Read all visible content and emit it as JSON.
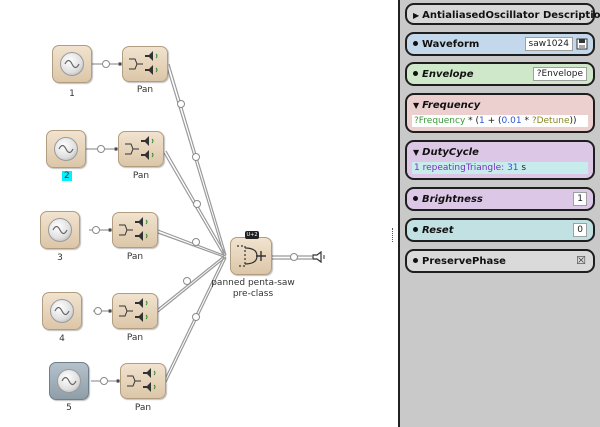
{
  "canvas": {
    "oscillators": [
      {
        "label": "1",
        "highlighted": false,
        "selected": false
      },
      {
        "label": "2",
        "highlighted": true,
        "selected": false
      },
      {
        "label": "3",
        "highlighted": false,
        "selected": false
      },
      {
        "label": "4",
        "highlighted": false,
        "selected": false
      },
      {
        "label": "5",
        "highlighted": false,
        "selected": true
      }
    ],
    "pan_label": "Pan",
    "mixer": {
      "badge": "U+2",
      "label_line1": "panned penta-saw",
      "label_line2": "pre-class"
    }
  },
  "panel": {
    "description": {
      "title": "AntialiasedOscillator Description"
    },
    "waveform": {
      "title": "Waveform",
      "value": "saw1024",
      "icon": "save-icon"
    },
    "envelope": {
      "title": "Envelope",
      "value": "?Envelope"
    },
    "frequency": {
      "title": "Frequency",
      "expr": {
        "p1": "?Frequency",
        "p2": " * (",
        "p3": "1",
        "p4": " + (",
        "p5": "0.01",
        "p6": " * ",
        "p7": "?Detune",
        "p8": "))"
      }
    },
    "dutycycle": {
      "title": "DutyCycle",
      "expr": {
        "p1": "1 repeatingTriangle: ",
        "p2": "31",
        "p3": " s"
      }
    },
    "brightness": {
      "title": "Brightness",
      "value": "1"
    },
    "reset": {
      "title": "Reset",
      "value": "0"
    },
    "preservephase": {
      "title": "PreservePhase",
      "checkbox": "☒"
    }
  },
  "colors": {
    "description_bg": "#d8d8d8",
    "waveform_bg": "#c3d8ea",
    "envelope_bg": "#cfe8c9",
    "frequency_bg": "#ecd0d0",
    "dutycycle_bg": "#dcc8e6",
    "brightness_bg": "#dcc8e6",
    "reset_bg": "#c2e1e3",
    "preservephase_bg": "#dadada",
    "highlight": "#00f0ff"
  }
}
